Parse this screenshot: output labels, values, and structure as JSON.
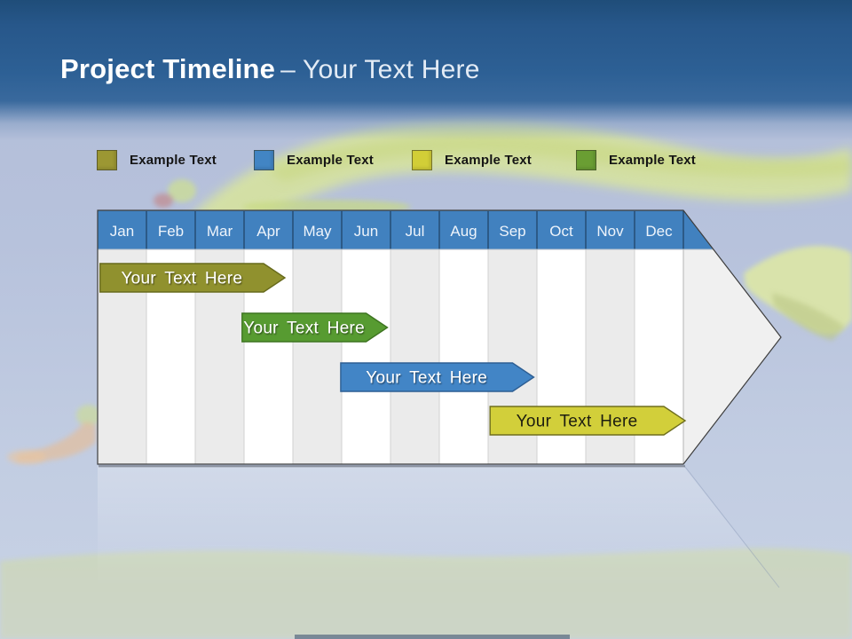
{
  "title": {
    "bold": "Project Timeline",
    "light": "– Your Text Here"
  },
  "legend": {
    "items": [
      {
        "label": "Example Text",
        "color": "#9c9733"
      },
      {
        "label": "Example Text",
        "color": "#4285c4"
      },
      {
        "label": "Example Text",
        "color": "#d2ce37"
      },
      {
        "label": "Example Text",
        "color": "#6a9e33"
      }
    ]
  },
  "timeline": {
    "months": [
      "Jan",
      "Feb",
      "Mar",
      "Apr",
      "May",
      "Jun",
      "Jul",
      "Aug",
      "Sep",
      "Oct",
      "Nov",
      "Dec"
    ],
    "header_fill": "#4181bf",
    "header_divider_color": "#214669",
    "header_text_color": "#eef4fb",
    "bars": [
      {
        "label": "Your Text Here",
        "start_month": 0.05,
        "end_month": 3.4,
        "row": 0,
        "fill": "#90912e",
        "border": "#676a1c",
        "text_color": "#ffffff"
      },
      {
        "label": "Your Text Here",
        "start_month": 2.96,
        "end_month": 5.5,
        "row": 1,
        "fill": "#579b31",
        "border": "#3d7420",
        "text_color": "#ffffff"
      },
      {
        "label": "Your Text Here",
        "start_month": 4.98,
        "end_month": 8.5,
        "row": 2,
        "fill": "#4285c6",
        "border": "#2d5e93",
        "text_color": "#ffffff"
      },
      {
        "label": "Your Text Here",
        "start_month": 8.04,
        "end_month": 11.6,
        "row": 3,
        "fill": "#d2cf3a",
        "border": "#6f6f1e",
        "text_color": "#1d1d10"
      }
    ]
  }
}
